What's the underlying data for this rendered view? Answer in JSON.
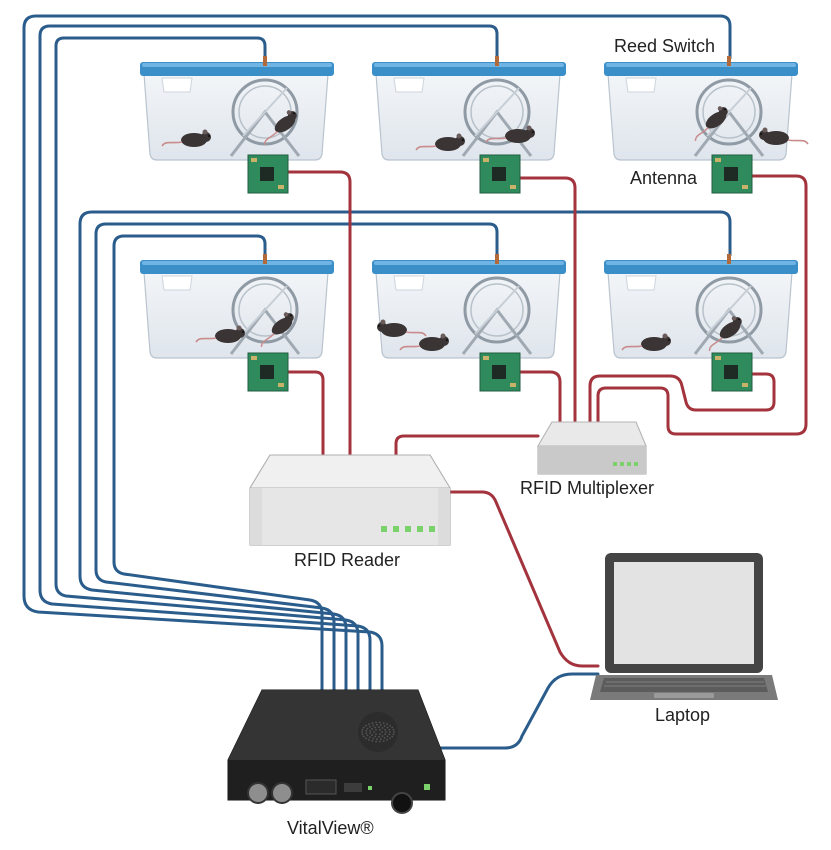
{
  "labels": {
    "reed_switch": "Reed Switch",
    "antenna": "Antenna",
    "rfid_multiplexer": "RFID Multiplexer",
    "rfid_reader": "RFID Reader",
    "laptop": "Laptop",
    "vitalview": "VitalView®"
  },
  "colors": {
    "blue_cable": "#2b5d8c",
    "red_cable": "#a3333d",
    "cage_lid": "#3b8fc9",
    "board": "#2f8a5c",
    "device_dark": "#2a2a2a",
    "reader_body": "#e8e8e8",
    "led": "#7bd16a"
  },
  "diagram": {
    "nodes": [
      "cage-1",
      "cage-2",
      "cage-3",
      "cage-4",
      "cage-5",
      "cage-6",
      "rfid-reader",
      "rfid-multiplexer",
      "laptop",
      "vitalview"
    ],
    "edges": [
      {
        "from": "cage-1",
        "to": "vitalview",
        "cable": "blue"
      },
      {
        "from": "cage-2",
        "to": "vitalview",
        "cable": "blue"
      },
      {
        "from": "cage-3",
        "to": "vitalview",
        "cable": "blue"
      },
      {
        "from": "cage-4",
        "to": "vitalview",
        "cable": "blue"
      },
      {
        "from": "cage-5",
        "to": "vitalview",
        "cable": "blue"
      },
      {
        "from": "cage-6",
        "to": "vitalview",
        "cable": "blue"
      },
      {
        "from": "cage-1",
        "to": "rfid-reader",
        "cable": "red"
      },
      {
        "from": "cage-4",
        "to": "rfid-reader",
        "cable": "red"
      },
      {
        "from": "cage-2",
        "to": "rfid-multiplexer",
        "cable": "red"
      },
      {
        "from": "cage-3",
        "to": "rfid-multiplexer",
        "cable": "red"
      },
      {
        "from": "cage-5",
        "to": "rfid-multiplexer",
        "cable": "red"
      },
      {
        "from": "cage-6",
        "to": "rfid-multiplexer",
        "cable": "red"
      },
      {
        "from": "rfid-multiplexer",
        "to": "rfid-reader",
        "cable": "red"
      },
      {
        "from": "rfid-reader",
        "to": "laptop",
        "cable": "red"
      },
      {
        "from": "vitalview",
        "to": "laptop",
        "cable": "blue"
      }
    ]
  }
}
